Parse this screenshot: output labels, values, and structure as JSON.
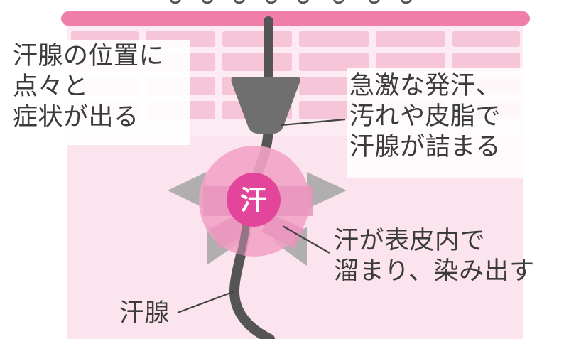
{
  "diagram": {
    "heading_partial": "",
    "labels": {
      "symptom": [
        "汗腺の位置に",
        "点々と",
        "症状が出る"
      ],
      "cause": [
        "急激な発汗、",
        "汚れや皮脂で",
        "汗腺が詰まる"
      ],
      "leak": [
        "汗が表皮内で",
        "溜まり、染み出す"
      ],
      "gland": "汗腺"
    },
    "sweat_badge": "汗",
    "colors": {
      "skin_light": "#fbe4ee",
      "skin_mid": "#f7d1e1",
      "skin_band": "#f6c6d8",
      "top_bar": "#ef7fa8",
      "duct": "#555555",
      "plug": "#6f6f6f",
      "bubble_outer": "#f2a3c7",
      "bubble_inner": "#e3459a",
      "arrow_grey": "#a9a9a9",
      "text": "#3b3b3b"
    }
  }
}
